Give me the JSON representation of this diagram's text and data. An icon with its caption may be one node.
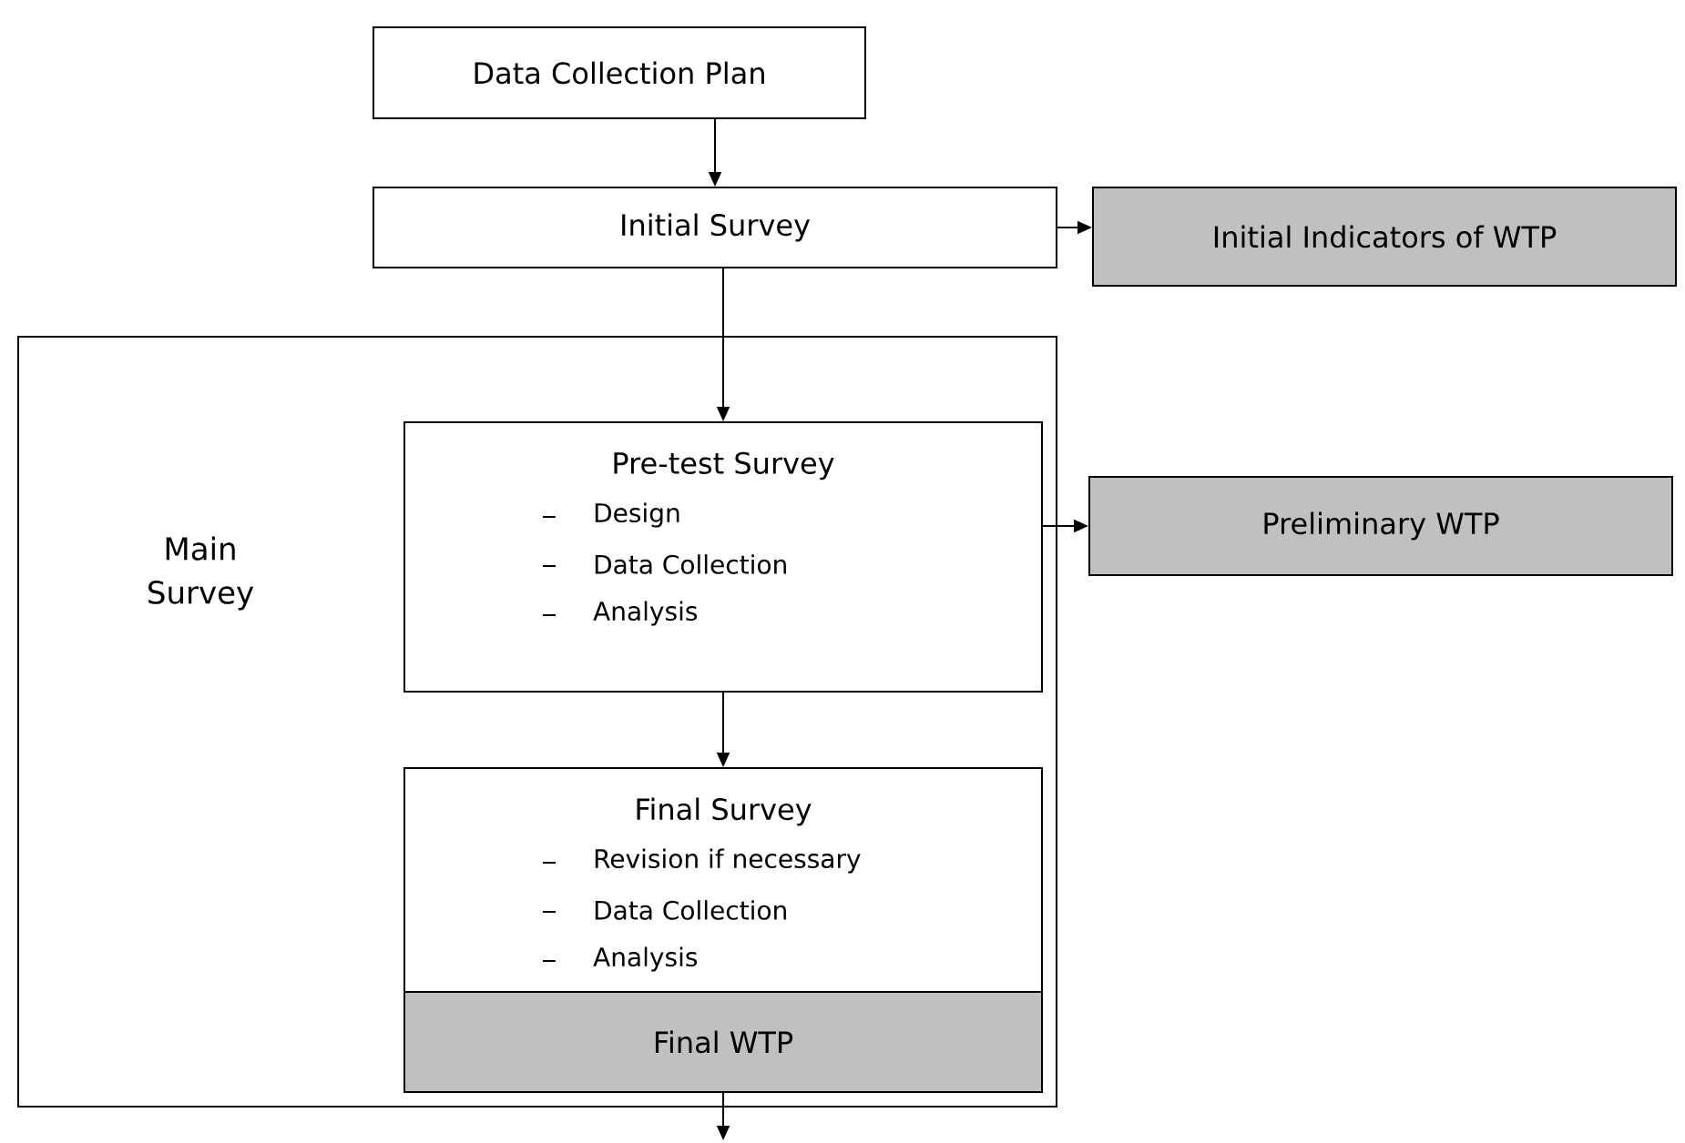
{
  "diagram": {
    "nodes": [
      {
        "text": [
          "Data Collection Plan"
        ]
      },
      {
        "text": [
          "Initial Survey"
        ]
      },
      {
        "text": [
          "Initial Indicators of WTP"
        ]
      },
      {
        "text": [
          "Main Survey"
        ]
      },
      {
        "text": [
          "Pre-test Survey",
          "Design",
          "Data Collection",
          "Analysis"
        ],
        "in": 3
      },
      {
        "text": [
          "Preliminary WTP"
        ]
      },
      {
        "text": [
          "Final Survey",
          "Revision if necessary",
          "Data Collection",
          "Analysis"
        ],
        "in": 3
      },
      {
        "text": [
          "Final WTP"
        ],
        "in": 6
      }
    ],
    "edges": [
      {
        "from": 0,
        "to": 1,
        "arrow": "to"
      },
      {
        "from": 1,
        "to": 2,
        "arrow": "to"
      },
      {
        "from": 1,
        "to": 4,
        "arrow": "to"
      },
      {
        "from": 4,
        "to": 5,
        "arrow": "to"
      },
      {
        "from": 4,
        "to": 6,
        "arrow": "to"
      },
      {
        "from": 7,
        "to": null,
        "arrow": "to"
      }
    ]
  }
}
